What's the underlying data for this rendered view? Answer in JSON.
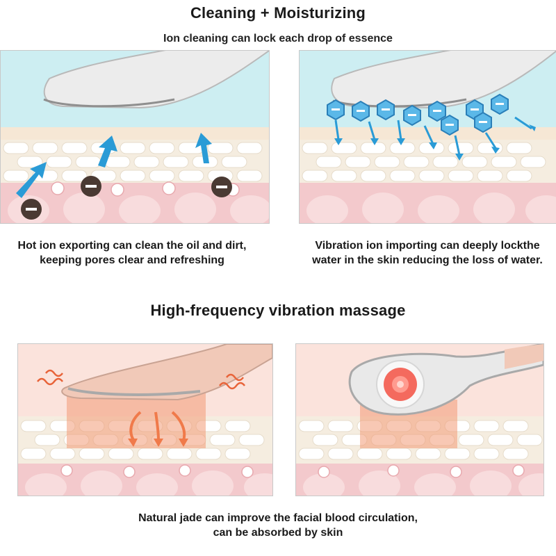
{
  "section1": {
    "title": "Cleaning + Moisturizing",
    "subtitle": "Ion cleaning can lock each drop of essence",
    "left_caption": "Hot ion exporting can clean the oil and dirt, keeping pores clear and refreshing",
    "right_caption": "Vibration ion importing can deeply lockthe water in the skin  reducing the loss of water."
  },
  "section2": {
    "title": "High-frequency vibration massage",
    "caption_line1": "Natural jade can improve the facial blood circulation,",
    "caption_line2": "can be absorbed by skin"
  },
  "colors": {
    "sky": "#cdeef2",
    "skin_pink": "#f3c9cc",
    "arrow_blue": "#2a9bd6",
    "warm_orange": "#f07a4a",
    "molecule_blue": "#5bb8e8"
  }
}
